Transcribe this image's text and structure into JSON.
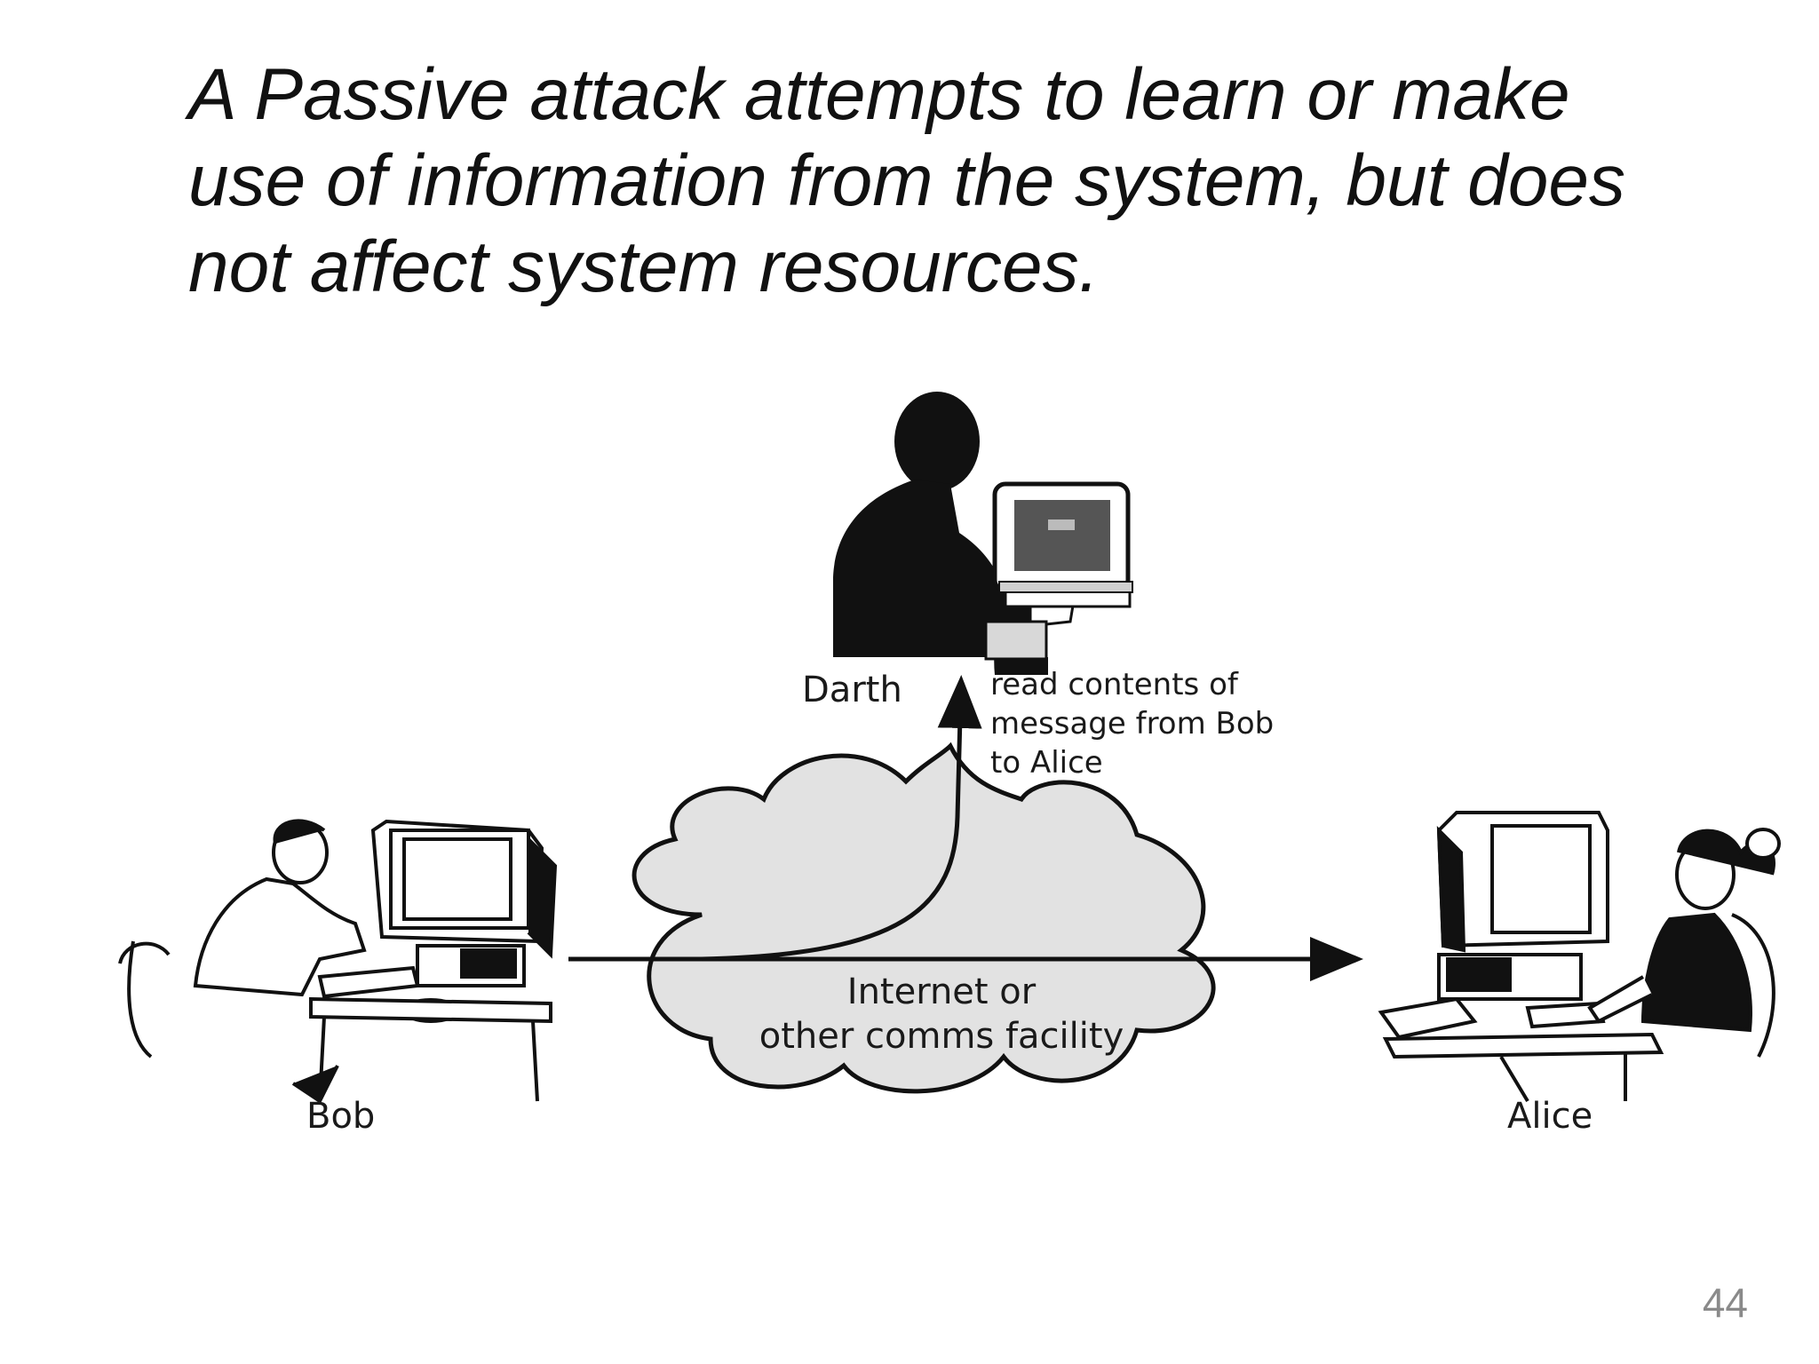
{
  "slide": {
    "lines": [
      "A Passive attack attempts to learn or make",
      "use of information from the system, but does",
      "not affect system resources."
    ],
    "page_number": "44"
  },
  "diagram": {
    "labels": {
      "darth": "Darth",
      "bob": "Bob",
      "alice": "Alice",
      "read_note": [
        "read contents of",
        "message from Bob",
        "to Alice"
      ],
      "network": [
        "Internet or",
        "other comms facility"
      ]
    },
    "icons": [
      "darth-figure-icon",
      "bob-figure-icon",
      "alice-figure-icon",
      "cloud-icon"
    ],
    "colors": {
      "cloud_fill": "#e2e2e2",
      "ink": "#111111",
      "text": "#1a1a1a",
      "page_number": "#8a8a8a"
    }
  }
}
